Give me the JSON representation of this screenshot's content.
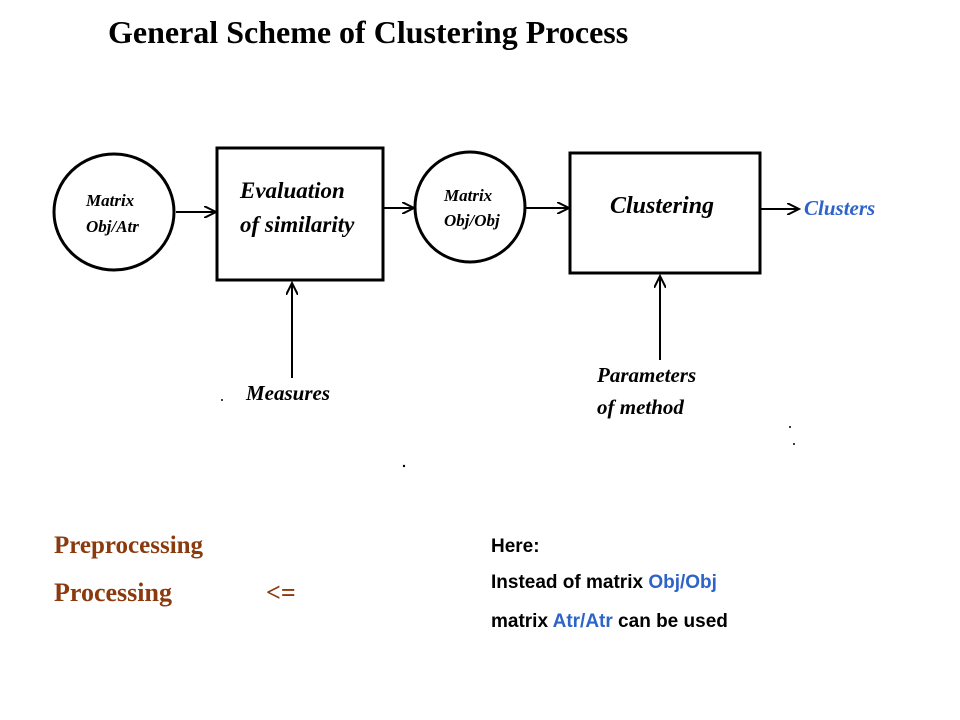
{
  "title": "General Scheme of Clustering Process",
  "diagram": {
    "nodes": {
      "matrix_obj_atr": [
        "Matrix",
        "Obj/Atr"
      ],
      "evaluation": [
        "Evaluation",
        "of similarity"
      ],
      "matrix_obj_obj": [
        "Matrix",
        "Obj/Obj"
      ],
      "clustering": "Clustering"
    },
    "output": "Clusters",
    "inputs": {
      "measures": "Measures",
      "parameters": [
        "Parameters",
        "of method"
      ]
    },
    "colors": {
      "clusters": "#2e63c8",
      "lines": "#000000"
    }
  },
  "stages": {
    "preprocessing": "Preprocessing",
    "processing": "Processing",
    "indicator": "<="
  },
  "note": {
    "heading": "Here:",
    "line1_prefix": "Instead of matrix ",
    "line1_highlight": "Obj/Obj",
    "line2_prefix": "matrix ",
    "line2_highlight": "Atr/Atr",
    "line2_suffix": " can be used"
  },
  "colors": {
    "stage_text": "#8b3a0e",
    "highlight": "#2e63c8"
  }
}
